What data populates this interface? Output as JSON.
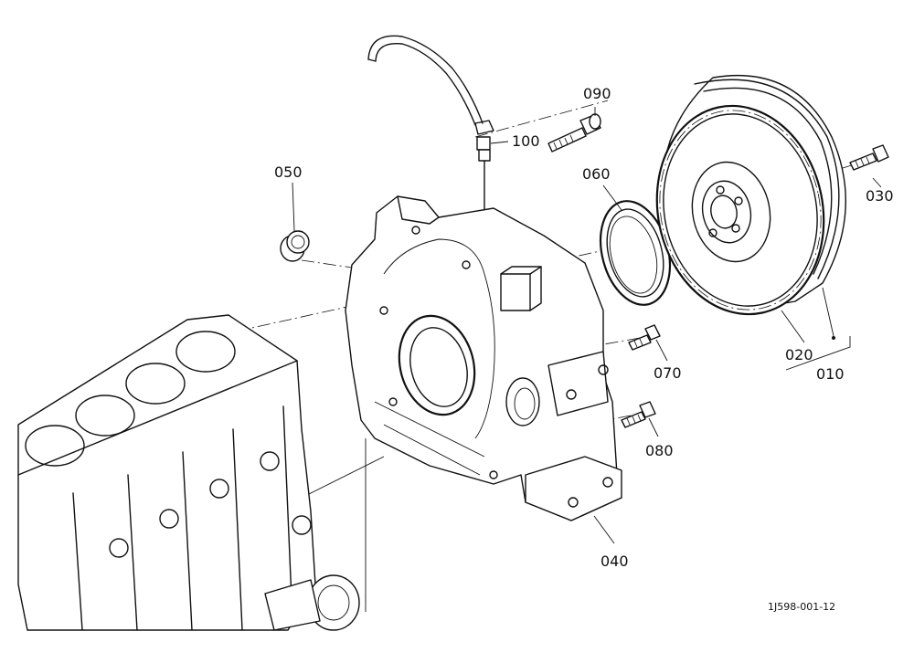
{
  "drawing_ref": "1J598-001-12",
  "parts": [
    {
      "number": "010"
    },
    {
      "number": "020"
    },
    {
      "number": "030"
    },
    {
      "number": "040"
    },
    {
      "number": "050"
    },
    {
      "number": "060"
    },
    {
      "number": "070"
    },
    {
      "number": "080"
    },
    {
      "number": "090"
    },
    {
      "number": "100"
    }
  ]
}
